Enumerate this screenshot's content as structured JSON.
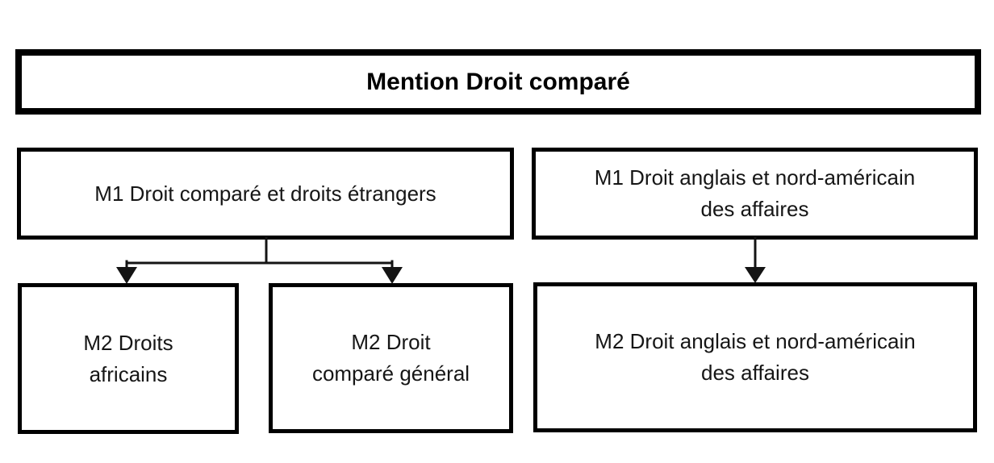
{
  "diagram": {
    "title": "Mention Droit comparé",
    "level1": {
      "left_m1": "M1 Droit comparé et droits étrangers",
      "right_m1": "M1 Droit anglais et nord-américain\ndes affaires"
    },
    "level2": {
      "m2_africains": "M2 Droits\nafricains",
      "m2_compare_general": "M2 Droit\ncomparé général",
      "m2_anglais": "M2 Droit anglais et nord-américain\ndes affaires"
    },
    "colors": {
      "box_border": "#000000",
      "background": "#ffffff",
      "text": "#161616",
      "connector": "#141414"
    }
  }
}
